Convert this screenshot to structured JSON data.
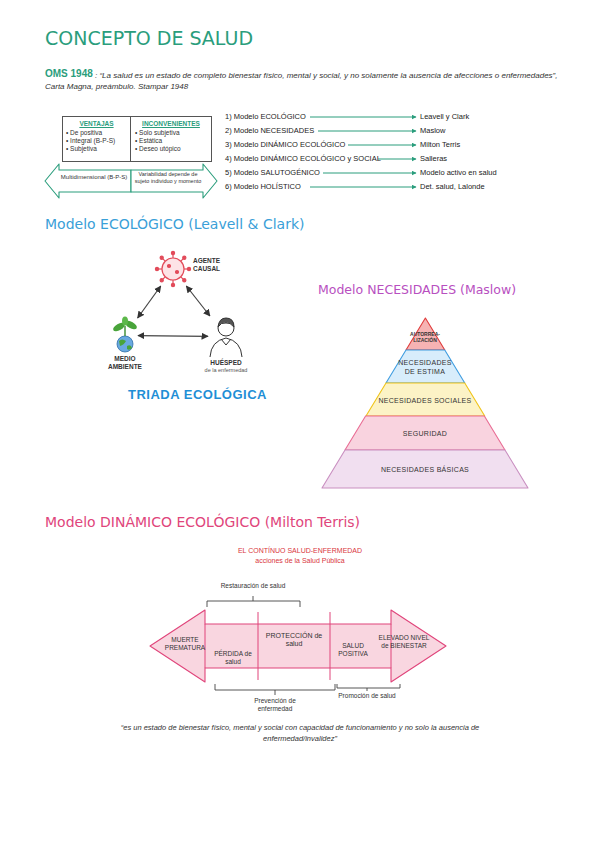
{
  "diagram": {
    "title": "CONCEPTO DE SALUD",
    "nodes": [
      {
        "text": [
          "VENTAJAS",
          "• De positiva",
          "• Integral (B-P-S)",
          "• Subjetiva"
        ]
      },
      {
        "text": [
          "INCONVENIENTES",
          "• Solo subjetiva",
          "• Estática",
          "• Deseo utópico"
        ]
      },
      {
        "text": [
          "Multidimensional (B-P-S)"
        ]
      },
      {
        "text": [
          "Variabilidad depende de sujeto individuo y momento"
        ]
      },
      {
        "text": [
          "AGENTE CAUSAL"
        ]
      },
      {
        "text": [
          "MEDIO AMBIENTE"
        ]
      },
      {
        "text": [
          "HUÉSPED",
          "de la enfermedad"
        ]
      },
      {
        "text": [
          "AUTORREA- LIZACIÓN"
        ]
      },
      {
        "text": [
          "NECESIDADES DE ESTIMA"
        ]
      },
      {
        "text": [
          "NECESIDADES SOCIALES"
        ]
      },
      {
        "text": [
          "SEGURIDAD"
        ]
      },
      {
        "text": [
          "NECESIDADES BÁSICAS"
        ]
      },
      {
        "text": [
          "MUERTE PREMATURA",
          "PÉRDIDA de salud",
          "PROTECCIÓN de salud",
          "SALUD POSITIVA",
          "ELEVADO NIVEL de BIENESTAR"
        ]
      }
    ],
    "edges": [
      {
        "from": 4,
        "to": 5,
        "arrow": "both"
      },
      {
        "from": 4,
        "to": 6,
        "arrow": "both"
      },
      {
        "from": 5,
        "to": 6,
        "arrow": "both"
      }
    ],
    "labels": [
      "OMS 1948",
      ": “La salud es un estado de completo bienestar físico, mental y social, y no solamente la ausencia de afecciones o enfermedades”, Carta Magna, preámbulo. Stampar 1948",
      "Modelo ECOLÓGICO (Leavell & Clark)",
      "Modelo NECESIDADES (Maslow)",
      "Modelo DINÁMICO ECOLÓGICO (Milton Terris)",
      "1) Modelo ECOLÓGICO",
      "2) Modelo NECESIDADES",
      "3) Modelo DINÁMICO ECOLÓGICO",
      "4) Modelo DINÁMICO ECOLÓGICO y SOCIAL",
      "5) Modelo SALUTOGÉNICO",
      "6) Modelo HOLÍSTICO",
      "Leavell y Clark",
      "Maslow",
      "Milton Terris",
      "Salleras",
      "Modelo activo en salud",
      "Det. salud, Lalonde",
      "TRIADA ECOLÓGICA",
      "EL CONTÍNUO SALUD-ENFERMEDAD",
      "acciones de la Salud Pública",
      "Restauración de salud",
      "Prevención de enfermedad",
      "Promoción de salud",
      "“es un estado de bienestar físico, mental y social con capacidad de funcionamiento y no solo la ausencia de enfermedad/invalidez”"
    ]
  }
}
